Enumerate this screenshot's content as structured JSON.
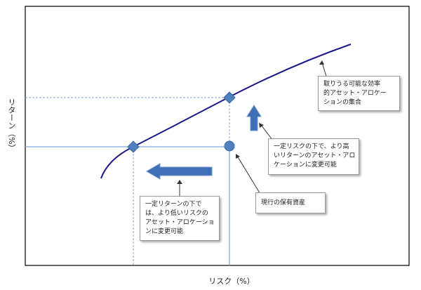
{
  "axes": {
    "ylabel": "リターン（%）",
    "xlabel": "リスク（%）"
  },
  "callouts": {
    "frontier": [
      "取りうる可能な効率",
      "的アセット・アロケー",
      "ションの集合"
    ],
    "higher_return": [
      "一定リスクの下で、より高",
      "いリターンのアセット・アロ",
      "ケーションに変更可能"
    ],
    "current": [
      "現行の保有資産"
    ],
    "lower_risk": [
      "一定リターンの下で",
      "は、より低いリスクの",
      "アセット・アロケーショ",
      "ンに変更可能"
    ]
  },
  "colors": {
    "frontier_line": "#1a1a8c",
    "marker": "#4f81bd",
    "guide": "#7ea6d6",
    "arrow": "#3f6fb5",
    "frame": "#000000"
  }
}
